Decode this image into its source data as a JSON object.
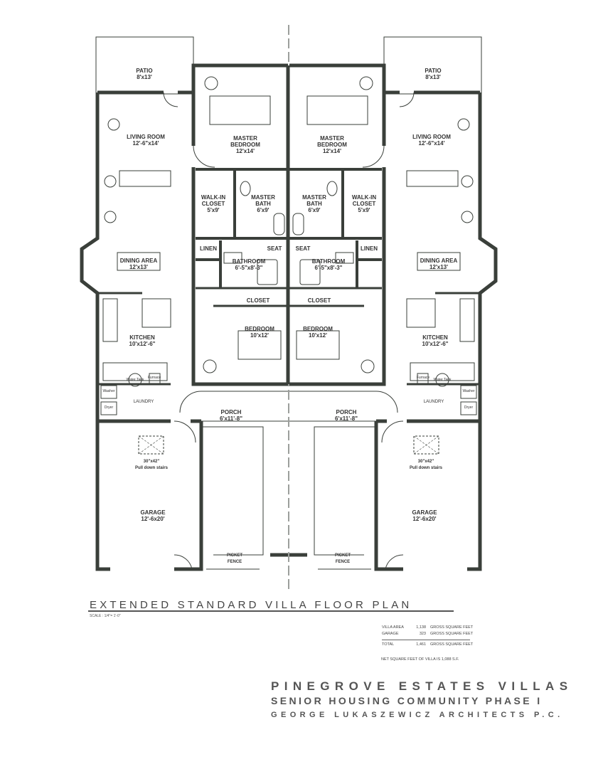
{
  "rooms_left": {
    "patio": {
      "name": "PATIO",
      "size": "8'x13'"
    },
    "living": {
      "name": "LIVING ROOM",
      "size": "12'-6\"x14'"
    },
    "master_bedroom": {
      "name1": "MASTER",
      "name2": "BEDROOM",
      "size": "12'x14'"
    },
    "walkin": {
      "name1": "WALK-IN",
      "name2": "CLOSET",
      "size": "5'x9'"
    },
    "master_bath": {
      "name1": "MASTER",
      "name2": "BATH",
      "size": "6'x9'"
    },
    "linen": "LINEN",
    "seat": "SEAT",
    "bathroom": {
      "name": "BATHROOM",
      "size": "6'-5\"x8'-3\""
    },
    "dining": {
      "name": "DINING AREA",
      "size": "12'x13'"
    },
    "kitchen": {
      "name": "KITCHEN",
      "size": "10'x12'-6\""
    },
    "closet": "CLOSET",
    "bedroom": {
      "name": "BEDROOM",
      "size": "10'x12'"
    },
    "laundry": "LAUNDRY",
    "washer": "Washer",
    "dryer": "Dryer",
    "water_tank": "Water Tank",
    "furnace": "Furnace",
    "porch": {
      "name": "PORCH",
      "size": "6'x11'-8\""
    },
    "stairs": {
      "size": "30\"x42\"",
      "note": "Pull down stairs"
    },
    "garage": {
      "name": "GARAGE",
      "size": "12'-6x20'"
    },
    "fence": {
      "line1": "PICKET",
      "line2": "FENCE"
    }
  },
  "title": "EXTENDED STANDARD VILLA FLOOR PLAN",
  "scale": "SCALE : 1/4\"= 1'-0\"",
  "areas": [
    {
      "label": "VILLA AREA",
      "value": "1,138",
      "unit": "GROSS SQUARE FEET"
    },
    {
      "label": "GARAGE",
      "value": "323",
      "unit": "GROSS SQUARE FEET"
    }
  ],
  "total": {
    "label": "TOTAL",
    "value": "1,461",
    "unit": "GROSS SQUARE FEET"
  },
  "net": "NET SQUARE FEET OF VILLA IS 1,088 S.F.",
  "banner": {
    "line1": "PINEGROVE ESTATES VILLAS",
    "line2": "SENIOR HOUSING COMMUNITY PHASE I",
    "line3": "GEORGE LUKASZEWICZ ARCHITECTS P.C."
  },
  "colors": {
    "wall": "#3a3f3a",
    "line": "#555555"
  }
}
